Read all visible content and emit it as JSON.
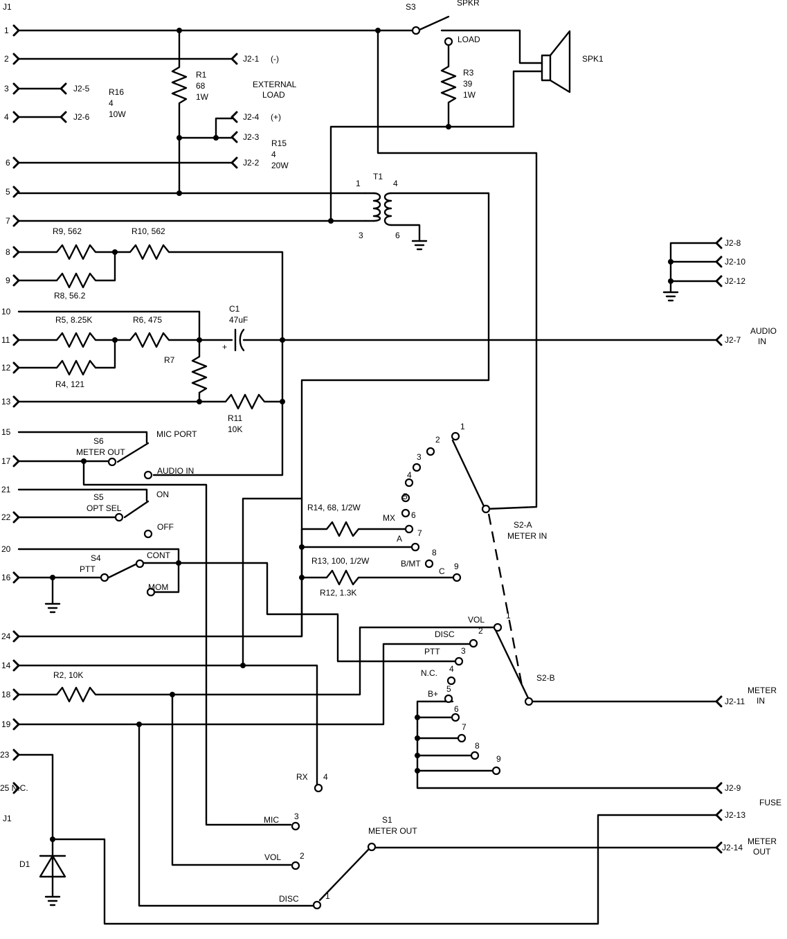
{
  "labels": {
    "j1_top": "J1",
    "j1_bottom": "J1",
    "p1": "1",
    "p2": "2",
    "p3": "3",
    "p4": "4",
    "p6": "6",
    "p5": "5",
    "p7": "7",
    "p8": "8",
    "p9": "9",
    "p10": "10",
    "p11": "11",
    "p12": "12",
    "p13": "13",
    "p15": "15",
    "p17": "17",
    "p21": "21",
    "p22": "22",
    "p20": "20",
    "p16": "16",
    "p24": "24",
    "p14": "14",
    "p18": "18",
    "p19": "19",
    "p23": "23",
    "p25": "25 N.C.",
    "j2_1": "J2-1",
    "j2_1_sign": "(-)",
    "j2_5": "J2-5",
    "j2_6": "J2-6",
    "j2_4": "J2-4",
    "j2_4_sign": "(+)",
    "j2_3": "J2-3",
    "j2_2": "J2-2",
    "j2_8": "J2-8",
    "j2_10": "J2-10",
    "j2_12": "J2-12",
    "j2_7": "J2-7",
    "audio_in_r1": "AUDIO",
    "audio_in_r2": "IN",
    "j2_11": "J2-11",
    "meter_in_r1": "METER",
    "meter_in_r2": "IN",
    "j2_9": "J2-9",
    "fuse": "FUSE",
    "j2_13": "J2-13",
    "j2_14": "J2-14",
    "meter_out_r1": "METER",
    "meter_out_r2": "OUT",
    "r1_name": "R1",
    "r1_val": "68",
    "r1_w": "1W",
    "ext_load_1": "EXTERNAL",
    "ext_load_2": "LOAD",
    "r16_name": "R16",
    "r16_val": "4",
    "r16_w": "10W",
    "r15_name": "R15",
    "r15_val": "4",
    "r15_w": "20W",
    "s3": "S3",
    "spkr": "SPKR",
    "load": "LOAD",
    "r3_name": "R3",
    "r3_val": "39",
    "r3_w": "1W",
    "spk1": "SPK1",
    "t1": "T1",
    "t1_p1": "1",
    "t1_p4": "4",
    "t1_p3": "3",
    "t1_p6": "6",
    "r9": "R9, 562",
    "r10": "R10, 562",
    "r8": "R8, 56.2",
    "c1_name": "C1",
    "c1_val": "47uF",
    "c1_plus": "+",
    "r5": "R5, 8.25K",
    "r6": "R6, 475",
    "r7": "R7",
    "r4": "R4, 121",
    "r11_name": "R11",
    "r11_val": "10K",
    "s6": "S6",
    "s6_meter_out": "METER OUT",
    "mic_port": "MIC PORT",
    "audio_in_sw": "AUDIO IN",
    "s5": "S5",
    "opt_sel": "OPT SEL",
    "on": "ON",
    "off": "OFF",
    "s4": "S4",
    "ptt": "PTT",
    "cont": "CONT",
    "mom": "MOM",
    "r14": "R14, 68, 1/2W",
    "r13": "R13, 100, 1/2W",
    "r12": "R12, 1.3K",
    "mx": "MX",
    "a": "A",
    "bmt": "B/MT",
    "c": "C",
    "s2a_p1": "1",
    "s2a_p2": "2",
    "s2a_p3": "3",
    "s2a_p4": "4",
    "s2a_p5": "5",
    "s2a_p6": "6",
    "s2a_p7": "7",
    "s2a_p8": "8",
    "s2a_p9": "9",
    "s2a_name": "S2-A",
    "s2a_meter_in": "METER IN",
    "vol": "VOL",
    "disc": "DISC",
    "ptt2": "PTT",
    "nc": "N.C.",
    "bplus": "B+",
    "s2b_p1": "1",
    "s2b_p2": "2",
    "s2b_p3": "3",
    "s2b_p4": "4",
    "s2b_p5": "5",
    "s2b_p6": "6",
    "s2b_p7": "7",
    "s2b_p8": "8",
    "s2b_p9": "9",
    "s2b_name": "S2-B",
    "r2": "R2, 10K",
    "rx": "RX",
    "rx_n": "4",
    "mic": "MIC",
    "mic_n": "3",
    "vol2": "VOL",
    "vol2_n": "2",
    "disc2": "DISC",
    "disc2_n": "1",
    "s1": "S1",
    "s1_meter_out": "METER OUT",
    "d1": "D1"
  }
}
